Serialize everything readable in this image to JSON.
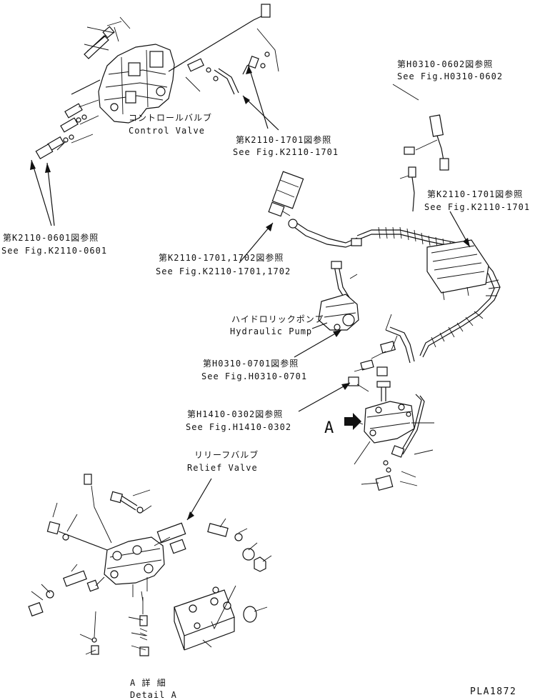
{
  "labels": {
    "control_valve_ja": "コントロールバルブ",
    "control_valve_en": "Control Valve",
    "ref_k2110_1701_top_ja": "第K2110-1701図参照",
    "ref_k2110_1701_top_en": "See Fig.K2110-1701",
    "ref_h0310_0602_ja": "第H0310-0602図参照",
    "ref_h0310_0602_en": "See Fig.H0310-0602",
    "ref_k2110_1701_right_ja": "第K2110-1701図参照",
    "ref_k2110_1701_right_en": "See Fig.K2110-1701",
    "ref_k2110_0601_ja": "第K2110-0601図参照",
    "ref_k2110_0601_en": "See Fig.K2110-0601",
    "ref_k2110_1701_1702_ja": "第K2110-1701,1702図参照",
    "ref_k2110_1701_1702_en": "See Fig.K2110-1701,1702",
    "hydraulic_pump_ja": "ハイドロリックポンプ",
    "hydraulic_pump_en": "Hydraulic Pump",
    "ref_h0310_0701_ja": "第H0310-0701図参照",
    "ref_h0310_0701_en": "See Fig.H0310-0701",
    "ref_h1410_0302_ja": "第H1410-0302図参照",
    "ref_h1410_0302_en": "See Fig.H1410-0302",
    "detail_marker": "A",
    "relief_valve_ja": "リリーフバルブ",
    "relief_valve_en": "Relief Valve",
    "detail_a_ja": "A 詳 細",
    "detail_a_en": "Detail A",
    "drawing_code": "PLA1872"
  }
}
